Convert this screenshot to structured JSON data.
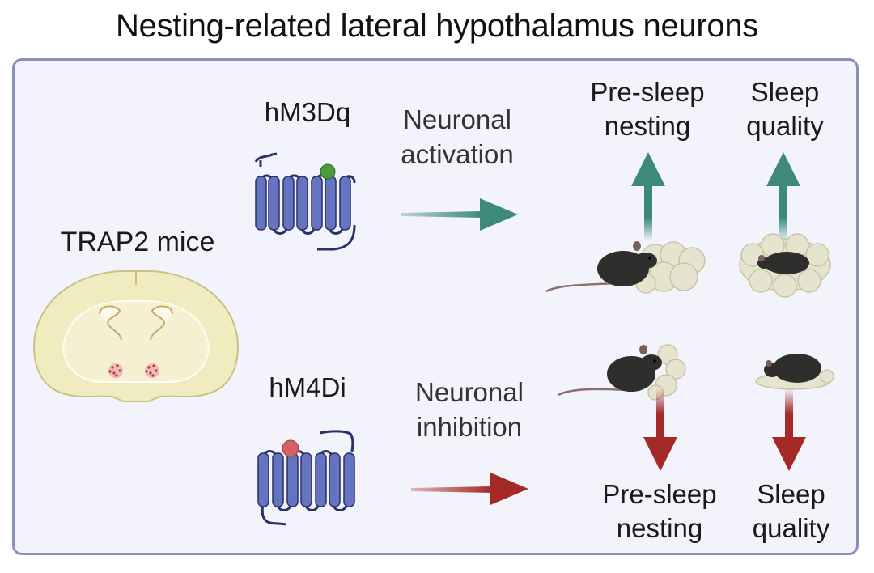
{
  "title": "Nesting-related lateral hypothalamus neurons",
  "colors": {
    "panel_border": "#8b90b6",
    "panel_bg": "#f3f3fb",
    "activation_arrow": "#3d8a7c",
    "inhibition_arrow": "#a32a27",
    "receptor": "#6474c0",
    "activator_ligand": "#4c9a3e",
    "inhibitor_ligand": "#d56262",
    "brain": "#f1ecbf"
  },
  "model": {
    "label": "TRAP2 mice",
    "icon": "brain-section-icon"
  },
  "activation": {
    "receptor_label": "hM3Dq",
    "effect_line1": "Neuronal",
    "effect_line2": "activation",
    "outcomes": [
      {
        "line1": "Pre-sleep",
        "line2": "nesting",
        "direction": "up"
      },
      {
        "line1": "Sleep",
        "line2": "quality",
        "direction": "up"
      }
    ]
  },
  "inhibition": {
    "receptor_label": "hM4Di",
    "effect_line1": "Neuronal",
    "effect_line2": "inhibition",
    "outcomes": [
      {
        "line1": "Pre-sleep",
        "line2": "nesting",
        "direction": "down"
      },
      {
        "line1": "Sleep",
        "line2": "quality",
        "direction": "down"
      }
    ]
  }
}
